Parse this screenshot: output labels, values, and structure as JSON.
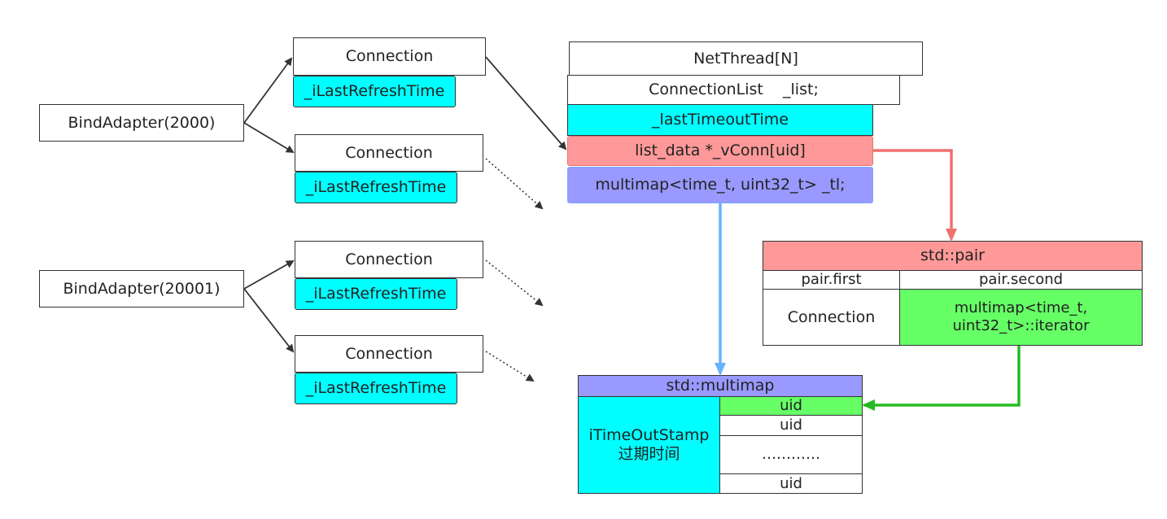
{
  "adapters": [
    {
      "label": "BindAdapter(2000)"
    },
    {
      "label": "BindAdapter(20001)"
    }
  ],
  "connections": [
    {
      "label": "Connection",
      "field": "_iLastRefreshTime"
    },
    {
      "label": "Connection",
      "field": "_iLastRefreshTime"
    },
    {
      "label": "Connection",
      "field": "_iLastRefreshTime"
    },
    {
      "label": "Connection",
      "field": "_iLastRefreshTime"
    }
  ],
  "netthread": {
    "title": "NetThread[N]",
    "list": "ConnectionList    _list;",
    "timeout": "_lastTimeoutTime",
    "vconn": "list_data *_vConn[uid]",
    "tl": "multimap<time_t, uint32_t> _tl;"
  },
  "pair": {
    "title": "std::pair",
    "first_header": "pair.first",
    "second_header": "pair.second",
    "first_value": "Connection",
    "second_value": "multimap<time_t,\nuint32_t>::iterator"
  },
  "multimap": {
    "title": "std::multimap",
    "key": "iTimeOutStamp\n过期时间",
    "rows": [
      "uid",
      "uid",
      "…………",
      "uid"
    ]
  },
  "colors": {
    "cyan": "#00ffff",
    "pink": "#ff9999",
    "purple": "#9999ff",
    "green": "#66ff66",
    "red_arrow": "#f07070",
    "blue_arrow": "#66b2ff",
    "green_arrow": "#22bb22"
  }
}
